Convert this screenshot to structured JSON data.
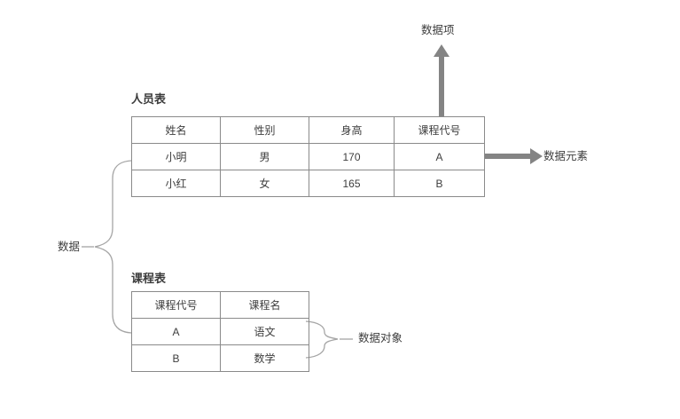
{
  "diagram": {
    "labels": {
      "data_item": "数据项",
      "data_element": "数据元素",
      "data": "数据",
      "data_object": "数据对象"
    },
    "person_table": {
      "title": "人员表",
      "headers": [
        "姓名",
        "性别",
        "身高",
        "课程代号"
      ],
      "rows": [
        [
          "小明",
          "男",
          "170",
          "A"
        ],
        [
          "小红",
          "女",
          "165",
          "B"
        ]
      ]
    },
    "course_table": {
      "title": "课程表",
      "headers": [
        "课程代号",
        "课程名"
      ],
      "rows": [
        [
          "A",
          "语文"
        ],
        [
          "B",
          "数学"
        ]
      ]
    },
    "colors": {
      "table_border": "#8a8a8a",
      "arrow": "#848484",
      "brace": "#a5a5a5",
      "text": "#3d3d3d",
      "background": "#ffffff"
    }
  }
}
